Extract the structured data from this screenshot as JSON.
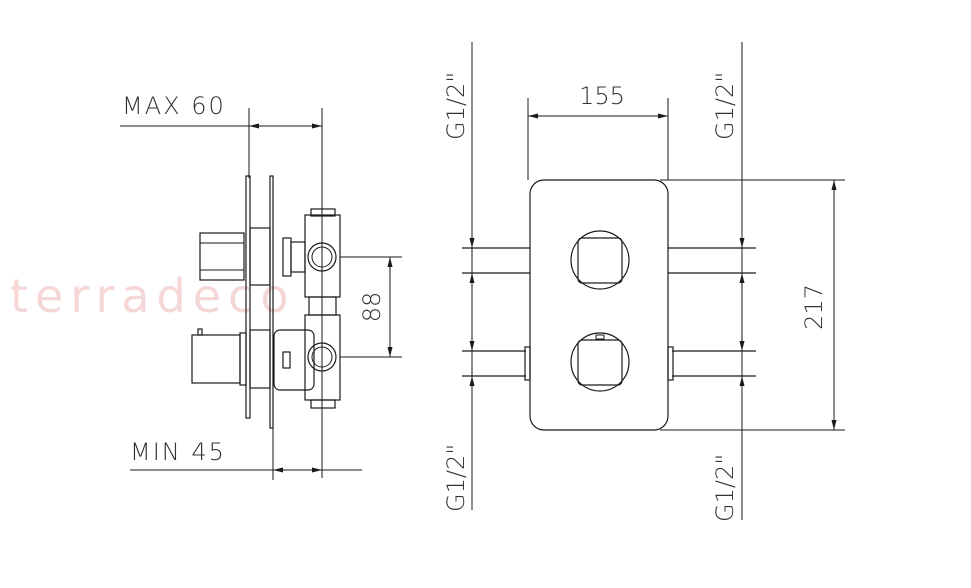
{
  "watermark": "terradeco",
  "side_view": {
    "max_label": "MAX 60",
    "min_label": "MIN 45",
    "spacing_label": "88"
  },
  "front_view": {
    "width_label": "155",
    "height_label": "217",
    "thread_top_left": "G1/2\"",
    "thread_top_right": "G1/2\"",
    "thread_bottom_left": "G1/2\"",
    "thread_bottom_right": "G1/2\""
  }
}
